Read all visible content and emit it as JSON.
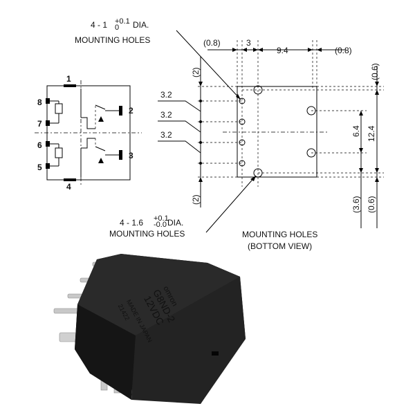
{
  "schematic": {
    "pins": {
      "p1": "1",
      "p2": "2",
      "p3": "3",
      "p4": "4",
      "p5": "5",
      "p6": "6",
      "p7": "7",
      "p8": "8"
    }
  },
  "drawing": {
    "top_callout": {
      "prefix": "4 - 1",
      "tol_upper": "+0.1",
      "tol_lower": "0",
      "suffix": "DIA.",
      "line2": "MOUNTING HOLES"
    },
    "bottom_callout": {
      "prefix": "4 - 1.6",
      "tol_upper": "+0.1",
      "tol_lower": "-0.0",
      "suffix": "DIA.",
      "line2": "MOUNTING HOLES"
    },
    "caption": {
      "line1": "MOUNTING HOLES",
      "line2": "(BOTTOM VIEW)"
    },
    "dims": {
      "top_0_8": "(0.8)",
      "top_3": "3",
      "top_9_4": "9.4",
      "top_0_8_right": "(0.8)",
      "right_0_6_top": "(0.6)",
      "right_6_4": "6.4",
      "right_12_4": "12.4",
      "right_3_6": "(3.6)",
      "right_0_6_bottom": "(0.6)",
      "left_2_top": "(2)",
      "left_2_bottom": "(2)",
      "pitch_1": "3.2",
      "pitch_2": "3.2",
      "pitch_3": "3.2"
    }
  },
  "relay": {
    "brand": "omron",
    "model": "G8ND-2",
    "voltage": "12VDC",
    "origin": "MADE IN JAPAN",
    "lot": "21422",
    "colors": {
      "body": "#1f1f1f",
      "body_side": "#121212",
      "label": "#2e3a45",
      "pins": "#c8c8c8"
    }
  }
}
